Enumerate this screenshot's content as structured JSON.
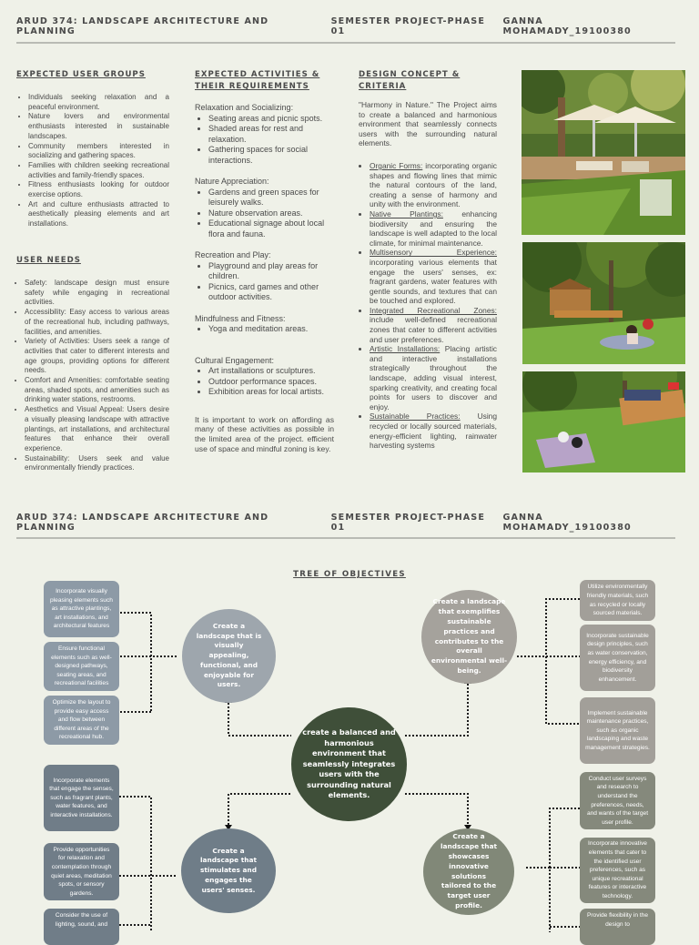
{
  "header": {
    "course": "ARUD 374: LANDSCAPE ARCHITECTURE AND PLANNING",
    "phase": "SEMESTER PROJECT-PHASE 01",
    "author": "GANNA MOHAMADY_19100380"
  },
  "user_groups": {
    "title": "EXPECTED USER GROUPS",
    "items": [
      "Individuals seeking relaxation and a peaceful environment.",
      "Nature lovers and environmental enthusiasts interested in sustainable landscapes.",
      "Community members interested in socializing and gathering spaces.",
      "Families with children seeking recreational activities and family-friendly spaces.",
      "Fitness enthusiasts looking for outdoor exercise options.",
      "Art and culture enthusiasts attracted to aesthetically pleasing elements and art installations."
    ]
  },
  "user_needs": {
    "title": "USER NEEDS",
    "items": [
      "Safety: landscape design must ensure safety while engaging in recreational activities.",
      "Accessibility: Easy access to various areas of the recreational hub, including pathways, facilities, and amenities.",
      "Variety of Activities: Users seek a range of activities that cater to different interests and age groups, providing options for different needs.",
      "Comfort and Amenities: comfortable seating areas, shaded spots, and amenities such as drinking water stations, restrooms.",
      "Aesthetics and Visual Appeal: Users desire a visually pleasing landscape with attractive plantings, art installations, and architectural features that enhance their overall experience.",
      "Sustainability: Users seek and value environmentally friendly practices."
    ]
  },
  "activities": {
    "title": "EXPECTED ACTIVITIES & THEIR REQUIREMENTS",
    "groups": [
      {
        "heading": "Relaxation and Socializing:",
        "items": [
          "Seating areas and picnic spots.",
          "Shaded areas for rest and relaxation.",
          "Gathering spaces for social interactions."
        ]
      },
      {
        "heading": "Nature Appreciation:",
        "items": [
          "Gardens and green spaces for leisurely walks.",
          "Nature observation areas.",
          "Educational signage about local flora and fauna."
        ]
      },
      {
        "heading": "Recreation and Play:",
        "items": [
          "Playground and play areas for children.",
          "Picnics, card games and other outdoor activities."
        ]
      },
      {
        "heading": "Mindfulness and Fitness:",
        "items": [
          "Yoga and meditation areas."
        ]
      },
      {
        "heading": "Cultural Engagement:",
        "items": [
          "Art installations or sculptures.",
          "Outdoor performance spaces.",
          "Exhibition areas for local artists."
        ]
      }
    ],
    "note": "It is important to work on affording as many of these activities as possible in the limited area of the project. efficient use of space and mindful zoning is key."
  },
  "concept": {
    "title": "DESIGN CONCEPT & CRITERIA",
    "intro": "\"Harmony in Nature.\" The Project aims to create a balanced and harmonious environment that seamlessly connects users with the surrounding natural elements.",
    "items": [
      {
        "term": "Organic Forms:",
        "text": " incorporating organic shapes and flowing lines that mimic the natural contours of the land, creating a sense of harmony and unity with the environment."
      },
      {
        "term": "Native Plantings:",
        "text": " enhancing biodiversity and ensuring the landscape is well adapted to the local climate, for minimal maintenance."
      },
      {
        "term": "Multisensory Experience:",
        "text": " incorporating various elements that engage the users' senses, ex: fragrant gardens, water features with gentle sounds, and textures that can be touched and explored."
      },
      {
        "term": "Integrated Recreational Zones:",
        "text": " include well-defined recreational zones that cater to different activities and user preferences."
      },
      {
        "term": "Artistic Installations:",
        "text": " Placing artistic and interactive installations strategically throughout the landscape, adding visual interest, sparking creativity, and creating focal points for users to discover and enjoy."
      },
      {
        "term": "Sustainable Practices:",
        "text": " Using recycled or locally sourced materials, energy-efficient lighting, rainwater harvesting systems"
      }
    ]
  },
  "photos": [
    "garden-umbrellas-photo",
    "playground-picnic-photo",
    "picnic-lawn-photo"
  ],
  "tree": {
    "title": "TREE OF OBJECTIVES",
    "center": "create a balanced and harmonious environment that seamlessly integrates users with the surrounding natural elements.",
    "objectives": {
      "visual": "Create a landscape that is visually appealing, functional, and enjoyable for users.",
      "sustainable": "Create a landscape that exemplifies sustainable practices and contributes to the overall environmental well-being.",
      "senses": "Create a landscape that stimulates and engages the users' senses.",
      "innovative": "Create a landscape that showcases innovative solutions tailored to the target user profile."
    },
    "boxes_left_top": [
      "Incorporate visually pleasing elements such as attractive plantings, art installations, and architectural features",
      "Ensure functional elements such as well-designed pathways, seating areas, and recreational facilities",
      "Optimize the layout to provide easy access and flow between different areas of the recreational hub."
    ],
    "boxes_left_bottom": [
      "Incorporate elements that engage the senses, such as fragrant plants, water features, and interactive installations.",
      "Provide opportunities for relaxation and contemplation through quiet areas, meditation spots, or sensory gardens.",
      "Consider the use of lighting, sound, and"
    ],
    "boxes_right_top": [
      "Utilize environmentally friendly materials, such as recycled or locally sourced materials.",
      "Incorporate sustainable design principles, such as water conservation, energy efficiency, and biodiversity enhancement.",
      "Implement sustainable maintenance practices, such as organic landscaping and waste management strategies."
    ],
    "boxes_right_bottom": [
      "Conduct user surveys and research to understand the preferences, needs, and wants of the target user profile.",
      "Incorporate innovative elements that cater to the identified user preferences, such as unique recreational features or interactive technology.",
      "Provide flexibility in the design to"
    ]
  }
}
